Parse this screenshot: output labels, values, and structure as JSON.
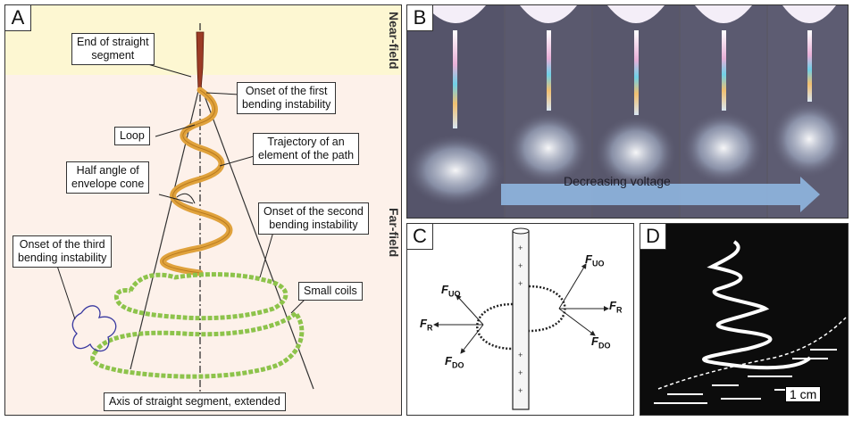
{
  "panels": {
    "a": "A",
    "b": "B",
    "c": "C",
    "d": "D"
  },
  "panel_a": {
    "near_field": "Near-field",
    "far_field": "Far-field",
    "callouts": {
      "end_straight": "End of straight\nsegment",
      "onset_first": "Onset of the first\nbending instability",
      "loop": "Loop",
      "trajectory": "Trajectory of an\nelement of the path",
      "half_angle": "Half angle of\nenvelope cone",
      "onset_second": "Onset of the second\nbending instability",
      "onset_third": "Onset of the third\nbending instability",
      "small_coils": "Small coils",
      "axis": "Axis of straight segment, extended"
    }
  },
  "panel_b": {
    "voltage_label": "Decreasing voltage"
  },
  "panel_c": {
    "forces": {
      "fuo": "F",
      "fuo_sub": "UO",
      "fr": "F",
      "fr_sub": "R",
      "fdo": "F",
      "fdo_sub": "DO"
    }
  },
  "panel_d": {
    "scale_bar": "1 cm"
  },
  "colors": {
    "near_field_bg": "#fdf7d2",
    "far_field_bg": "#fdf1ea",
    "jet_red": "#9c3b25",
    "spiral_orange": "#e0a23c",
    "coil_green": "#8dc34b",
    "coil_blue": "#3a3aa0",
    "arrow_blue": "#8fb6e0"
  }
}
